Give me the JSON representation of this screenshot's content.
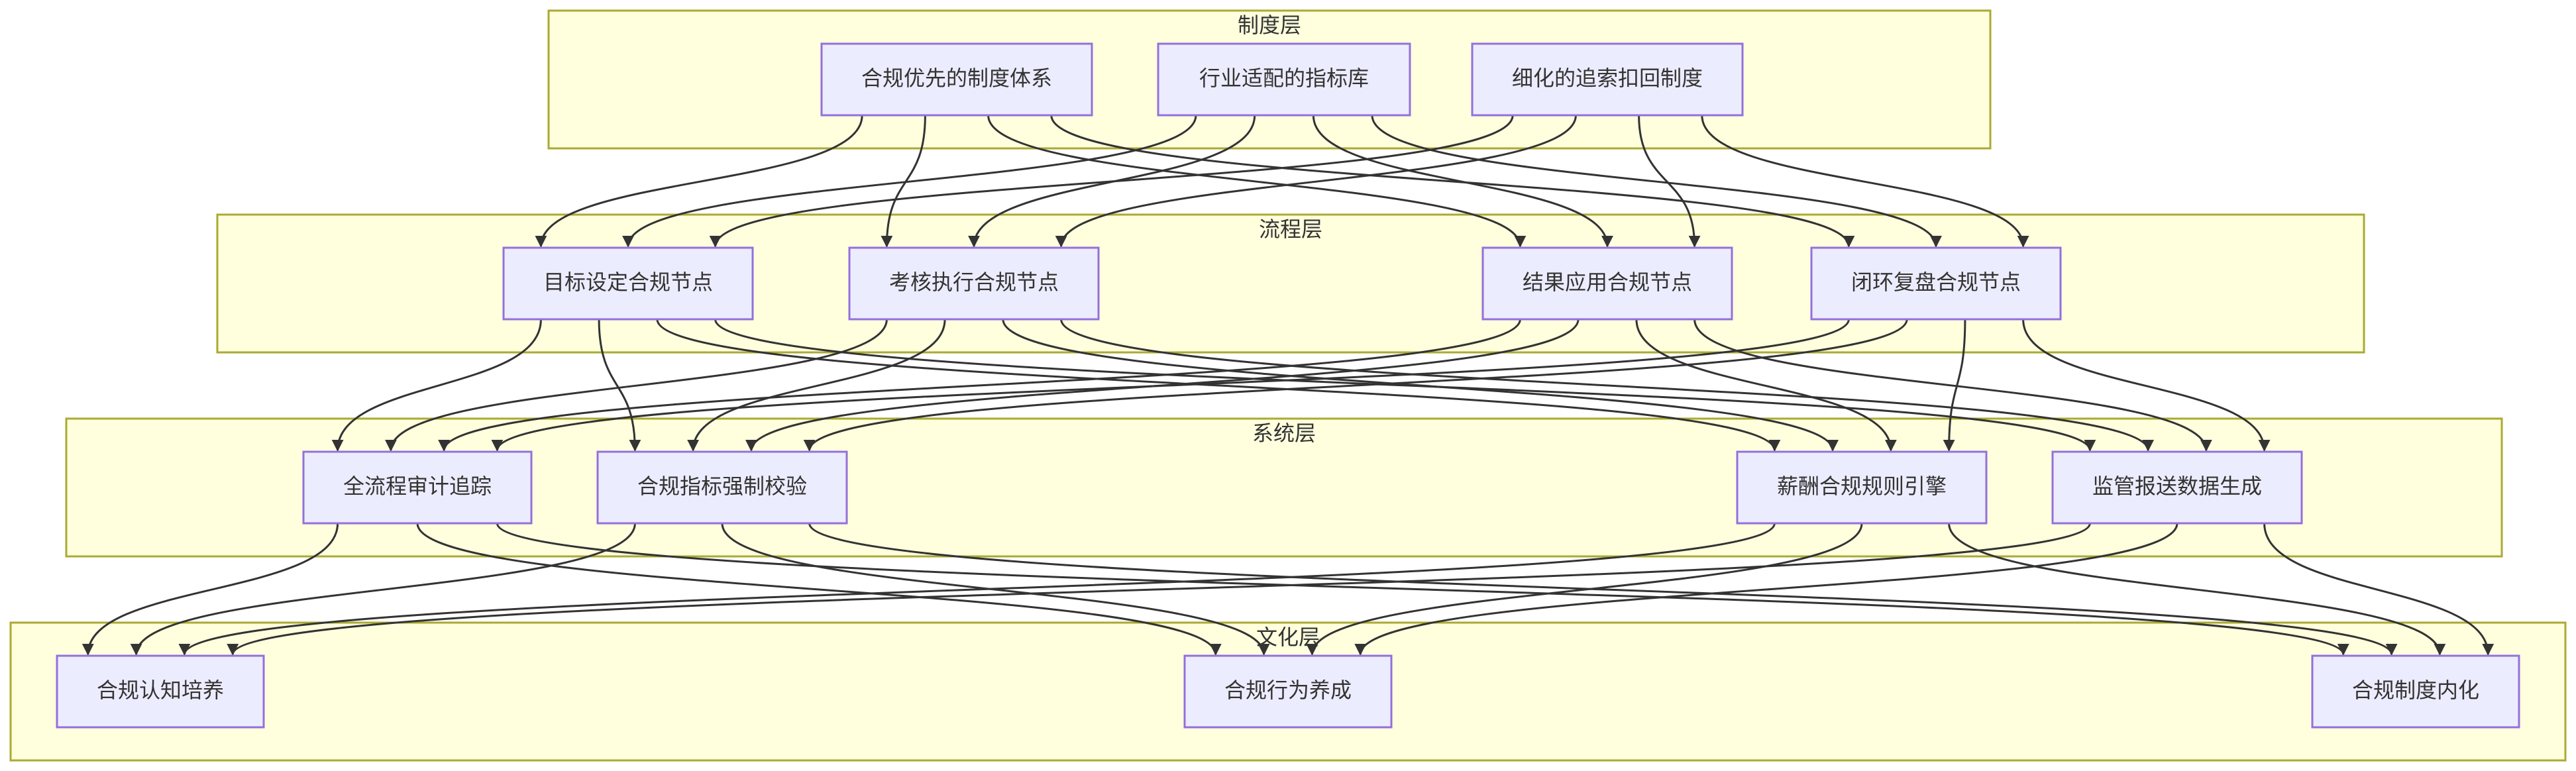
{
  "layers": [
    {
      "id": "system_layer",
      "title": "制度层"
    },
    {
      "id": "process_layer",
      "title": "流程层"
    },
    {
      "id": "sys_layer",
      "title": "系统层"
    },
    {
      "id": "culture_layer",
      "title": "文化层"
    }
  ],
  "nodes": [
    {
      "id": "A1",
      "label": "合规优先的制度体系"
    },
    {
      "id": "A2",
      "label": "行业适配的指标库"
    },
    {
      "id": "A3",
      "label": "细化的追索扣回制度"
    },
    {
      "id": "B1",
      "label": "目标设定合规节点"
    },
    {
      "id": "B2",
      "label": "考核执行合规节点"
    },
    {
      "id": "B3",
      "label": "结果应用合规节点"
    },
    {
      "id": "B4",
      "label": "闭环复盘合规节点"
    },
    {
      "id": "C1",
      "label": "全流程审计追踪"
    },
    {
      "id": "C2",
      "label": "合规指标强制校验"
    },
    {
      "id": "C3",
      "label": "薪酬合规规则引擎"
    },
    {
      "id": "C4",
      "label": "监管报送数据生成"
    },
    {
      "id": "D1",
      "label": "合规认知培养"
    },
    {
      "id": "D2",
      "label": "合规行为养成"
    },
    {
      "id": "D3",
      "label": "合规制度内化"
    }
  ],
  "edges": [
    [
      "A1",
      "B1"
    ],
    [
      "A1",
      "B2"
    ],
    [
      "A1",
      "B3"
    ],
    [
      "A1",
      "B4"
    ],
    [
      "A2",
      "B1"
    ],
    [
      "A2",
      "B2"
    ],
    [
      "A2",
      "B3"
    ],
    [
      "A2",
      "B4"
    ],
    [
      "A3",
      "B1"
    ],
    [
      "A3",
      "B2"
    ],
    [
      "A3",
      "B3"
    ],
    [
      "A3",
      "B4"
    ],
    [
      "B1",
      "C1"
    ],
    [
      "B1",
      "C2"
    ],
    [
      "B1",
      "C3"
    ],
    [
      "B1",
      "C4"
    ],
    [
      "B2",
      "C1"
    ],
    [
      "B2",
      "C2"
    ],
    [
      "B2",
      "C3"
    ],
    [
      "B2",
      "C4"
    ],
    [
      "B3",
      "C1"
    ],
    [
      "B3",
      "C2"
    ],
    [
      "B3",
      "C3"
    ],
    [
      "B3",
      "C4"
    ],
    [
      "B4",
      "C1"
    ],
    [
      "B4",
      "C2"
    ],
    [
      "B4",
      "C3"
    ],
    [
      "B4",
      "C4"
    ],
    [
      "C1",
      "D1"
    ],
    [
      "C1",
      "D2"
    ],
    [
      "C1",
      "D3"
    ],
    [
      "C2",
      "D1"
    ],
    [
      "C2",
      "D2"
    ],
    [
      "C2",
      "D3"
    ],
    [
      "C3",
      "D1"
    ],
    [
      "C3",
      "D2"
    ],
    [
      "C3",
      "D3"
    ],
    [
      "C4",
      "D1"
    ],
    [
      "C4",
      "D2"
    ],
    [
      "C4",
      "D3"
    ]
  ],
  "colors": {
    "layer_fill": "#ffffde",
    "layer_stroke": "#aaaa33",
    "node_fill": "#ececff",
    "node_stroke": "#9370db",
    "edge": "#333333",
    "text": "#333333"
  }
}
